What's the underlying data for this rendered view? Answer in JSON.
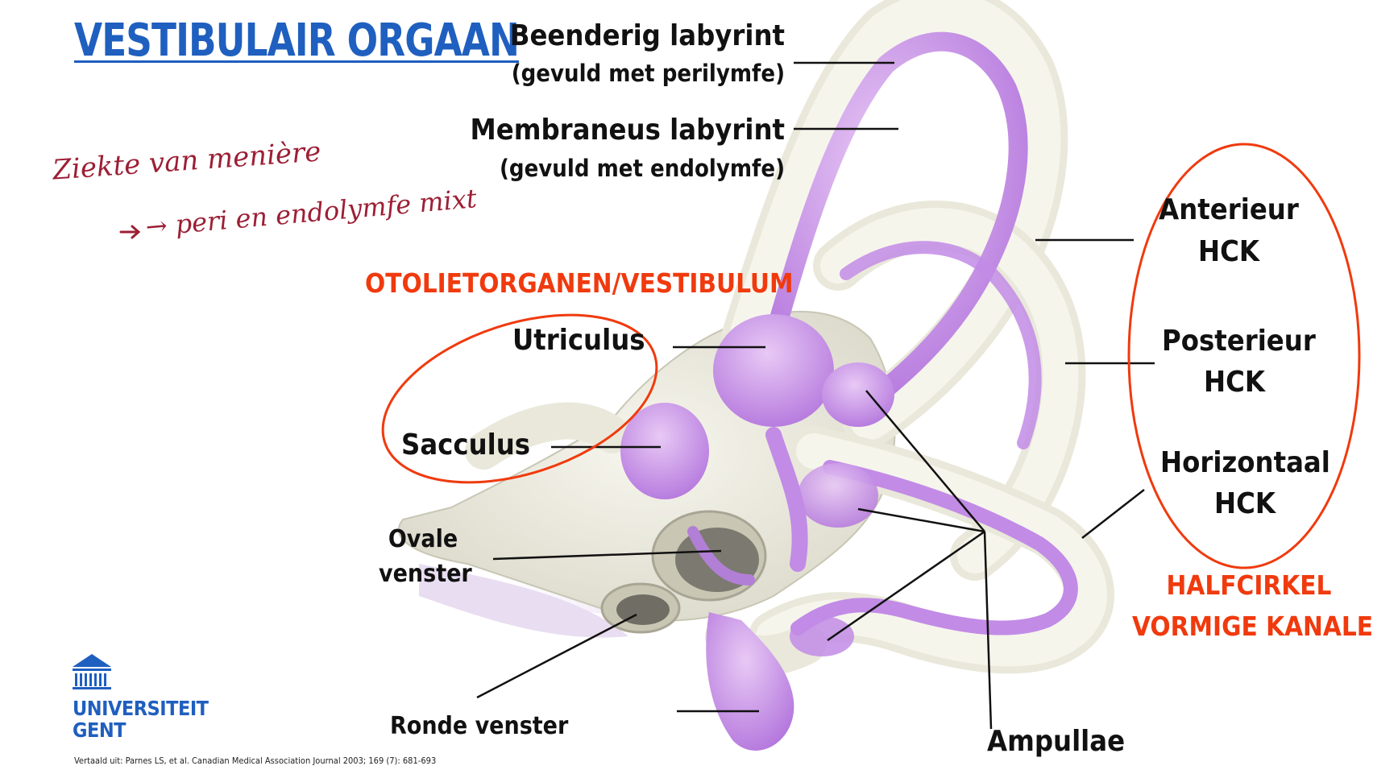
{
  "title": "VESTIBULAIR ORGAAN",
  "handwritten": {
    "line1": "Ziekte van menière",
    "line2": "→ peri en endolymfe mixt"
  },
  "labels": {
    "beenderig": "Beenderig labyrint",
    "beenderig_sub": "(gevuld met perilymfe)",
    "membraneus": "Membraneus labyrint",
    "membraneus_sub": "(gevuld met endolymfe)",
    "otolietorganen": "OTOLIETORGANEN/VESTIBULUM",
    "utriculus": "Utriculus",
    "sacculus": "Sacculus",
    "ovale_1": "Ovale",
    "ovale_2": "venster",
    "ronde": "Ronde venster",
    "ampullae": "Ampullae",
    "anterieur_1": "Anterieur",
    "anterieur_2": "HCK",
    "posterieur_1": "Posterieur",
    "posterieur_2": "HCK",
    "horizontaal_1": "Horizontaal",
    "horizontaal_2": "HCK",
    "halfcirkel_1": "HALFCIRKEL",
    "halfcirkel_2": "VORMIGE KANALEN"
  },
  "logo": {
    "line1": "UNIVERSITEIT",
    "line2": "GENT"
  },
  "citation": "Vertaald uit: Parnes LS, et al. Canadian Medical Association Journal 2003; 169 (7): 681-693",
  "colors": {
    "title_blue": "#1f5fbf",
    "accent_red": "#f03a0e",
    "handwriting": "#9c1f35",
    "bone": "#ecebdf",
    "membrane": "#c48ae6"
  }
}
